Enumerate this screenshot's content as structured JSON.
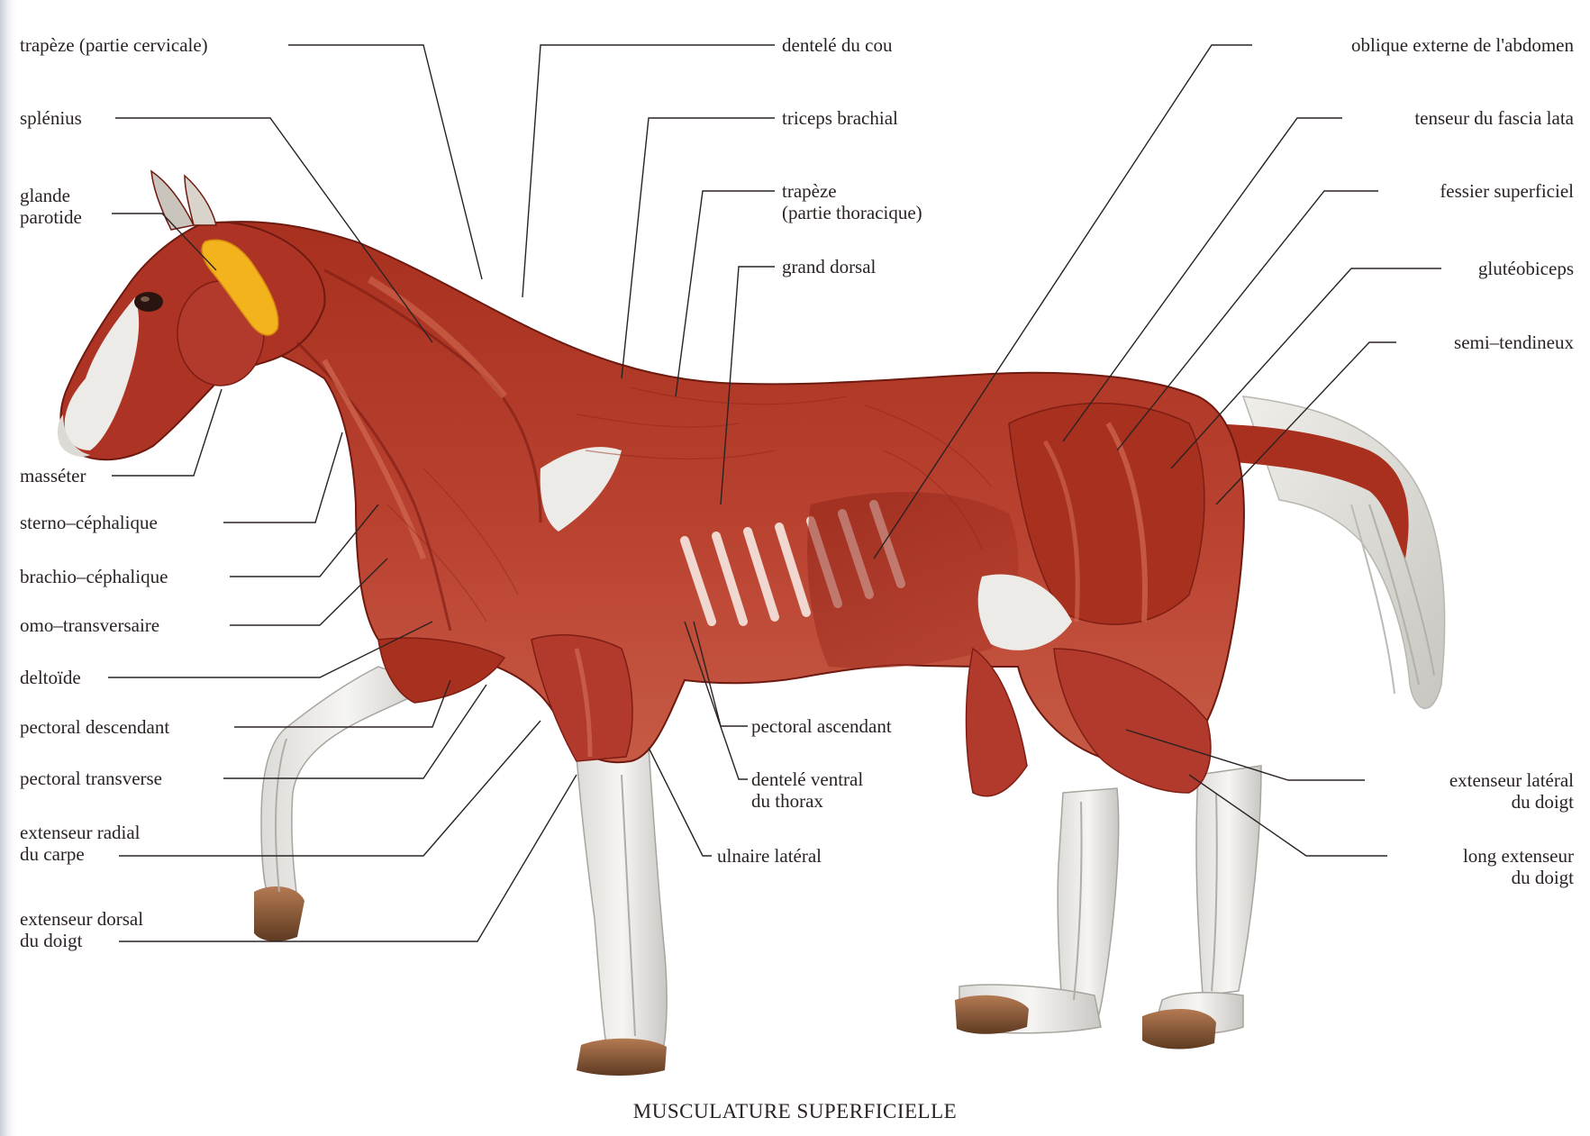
{
  "caption": "MUSCULATURE SUPERFICIELLE",
  "colors": {
    "muscle": "#b23a2c",
    "muscle_dark": "#7e1d14",
    "muscle_light": "#d26a52",
    "tendon": "#ecebe8",
    "gland": "#f3b31c",
    "hoof": "#8a5a3a",
    "leader_line": "#2b2222"
  },
  "labels": {
    "left": [
      "trapèze (partie cervicale)",
      "splénius",
      "glande\nparotide",
      "masséter",
      "sterno–céphalique",
      "brachio–céphalique",
      "omo–transversaire",
      "deltoïde",
      "pectoral descendant",
      "pectoral transverse",
      "extenseur radial\ndu carpe",
      "extenseur dorsal\ndu doigt"
    ],
    "center": [
      "dentelé du cou",
      "triceps brachial",
      "trapèze\n(partie thoracique)",
      "grand dorsal",
      "pectoral ascendant",
      "dentelé ventral\ndu thorax",
      "ulnaire latéral"
    ],
    "right": [
      "oblique externe de l'abdomen",
      "tenseur du fascia lata",
      "fessier superficiel",
      "glutéobiceps",
      "semi–tendineux",
      "extenseur latéral\ndu doigt",
      "long extenseur\ndu doigt"
    ]
  }
}
